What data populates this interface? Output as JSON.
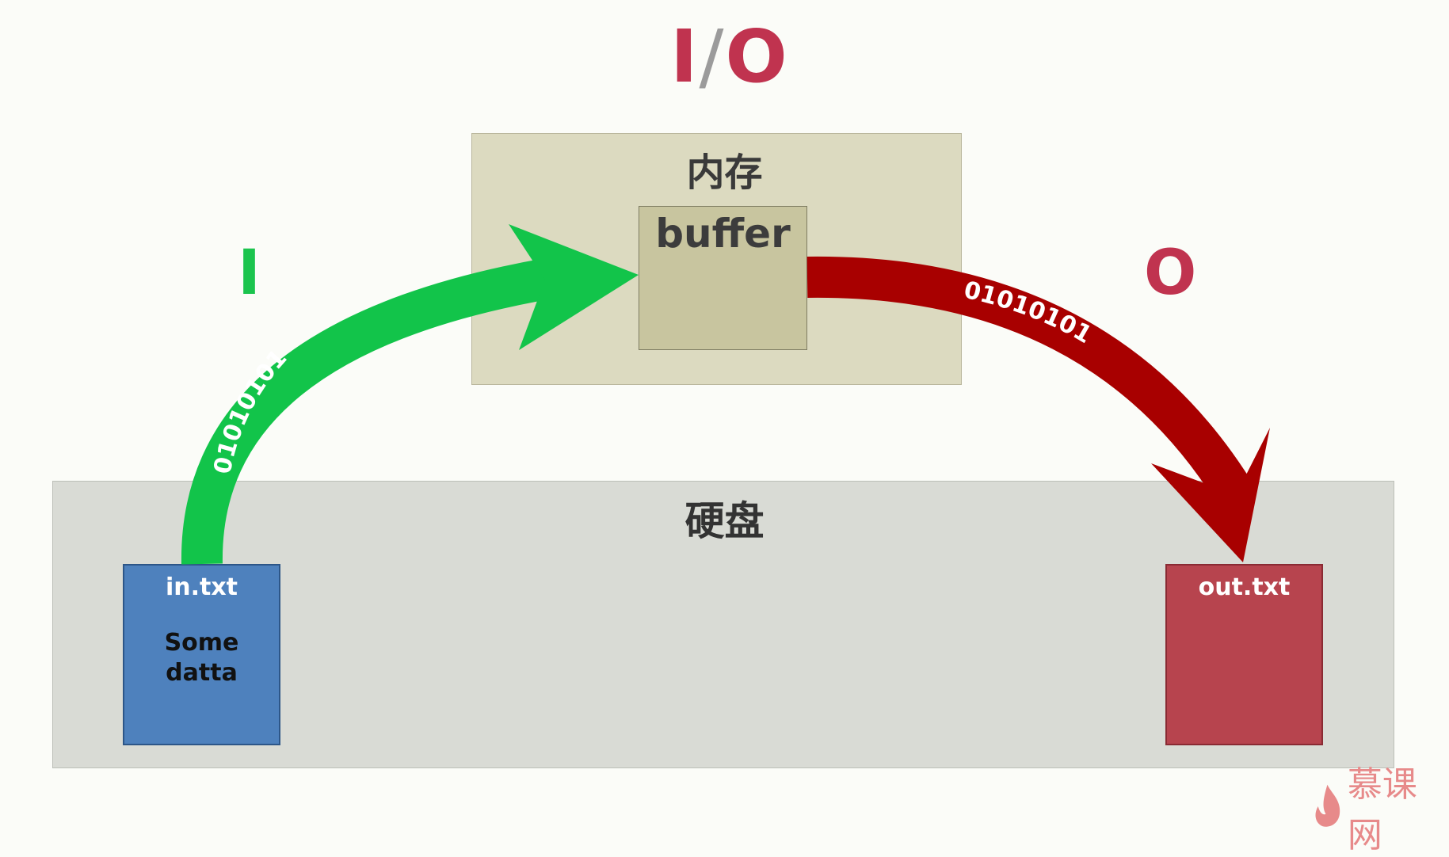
{
  "title": {
    "left": "I",
    "slash": "/",
    "right": "O"
  },
  "memory": {
    "label": "内存",
    "buffer_label": "buffer"
  },
  "disk": {
    "label": "硬盘"
  },
  "input_file": {
    "name": "in.txt",
    "content": "Some datta"
  },
  "output_file": {
    "name": "out.txt"
  },
  "input_arrow": {
    "label": "I",
    "bits": "01010101",
    "color": "#12c44a"
  },
  "output_arrow": {
    "label": "O",
    "bits": "01010101",
    "color": "#a80000"
  },
  "watermark": {
    "text": "慕课网"
  },
  "colors": {
    "title": "#c0334f",
    "memory_box": "#dcdac0",
    "buffer_box": "#c8c59f",
    "disk_box": "#d9dbd5",
    "input_file": "#4e81bd",
    "output_file": "#b7444e"
  }
}
